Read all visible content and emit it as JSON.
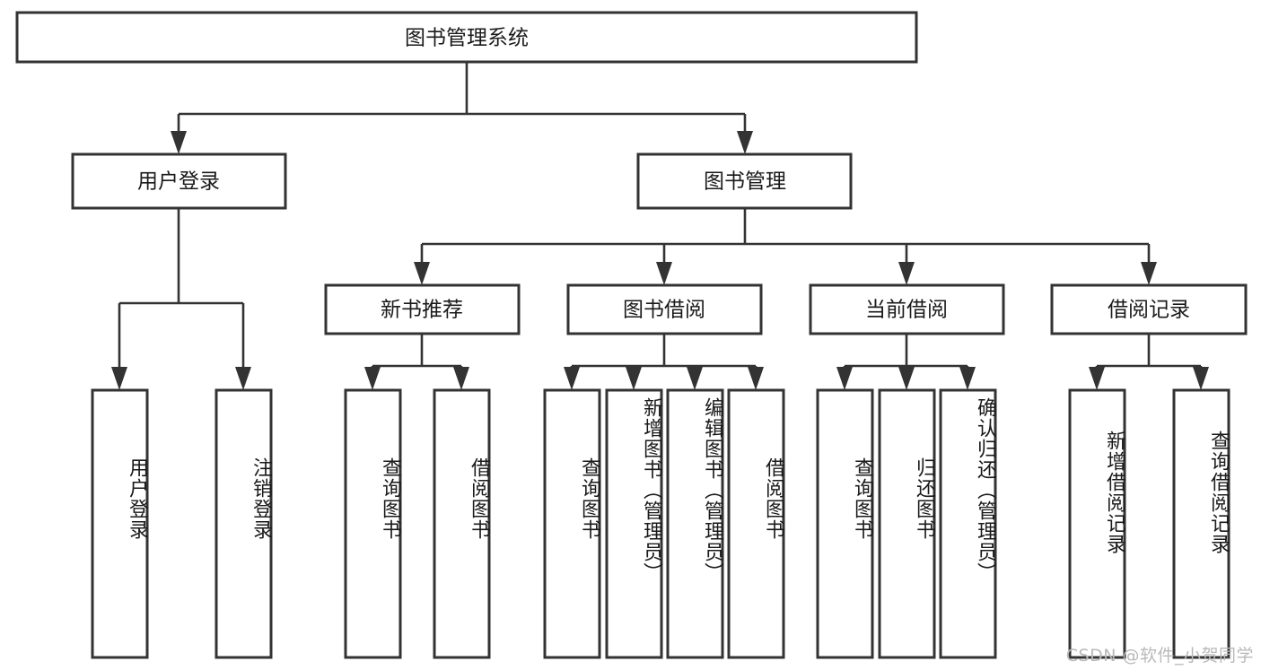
{
  "diagram": {
    "type": "tree",
    "title": "图书管理系统",
    "orientation": "top-down",
    "root": {
      "id": "root",
      "label": "图书管理系统",
      "level": 0
    },
    "level1": [
      {
        "id": "user-login",
        "label": "用户登录"
      },
      {
        "id": "book-management",
        "label": "图书管理"
      }
    ],
    "level2": [
      {
        "id": "new-book-recommend",
        "label": "新书推荐",
        "parent": "book-management"
      },
      {
        "id": "book-borrow",
        "label": "图书借阅",
        "parent": "book-management"
      },
      {
        "id": "current-borrow",
        "label": "当前借阅",
        "parent": "book-management"
      },
      {
        "id": "borrow-record",
        "label": "借阅记录",
        "parent": "book-management"
      }
    ],
    "leaves": [
      {
        "id": "leaf-user-login",
        "label": "用户登录",
        "parent": "user-login"
      },
      {
        "id": "leaf-logout-login",
        "label": "注销登录",
        "parent": "user-login"
      },
      {
        "id": "leaf-query-book-1",
        "label": "查询图书",
        "parent": "new-book-recommend"
      },
      {
        "id": "leaf-borrow-book-1",
        "label": "借阅图书",
        "parent": "new-book-recommend"
      },
      {
        "id": "leaf-query-book-2",
        "label": "查询图书",
        "parent": "book-borrow"
      },
      {
        "id": "leaf-add-book",
        "label": "新增图书（管理员）",
        "parent": "book-borrow"
      },
      {
        "id": "leaf-edit-book",
        "label": "编辑图书（管理员）",
        "parent": "book-borrow"
      },
      {
        "id": "leaf-borrow-book-2",
        "label": "借阅图书",
        "parent": "book-borrow"
      },
      {
        "id": "leaf-query-book-3",
        "label": "查询图书",
        "parent": "current-borrow"
      },
      {
        "id": "leaf-return-book",
        "label": "归还图书",
        "parent": "current-borrow"
      },
      {
        "id": "leaf-confirm-return",
        "label": "确认归还（管理员）",
        "parent": "current-borrow"
      },
      {
        "id": "leaf-add-record",
        "label": "新增借阅记录",
        "parent": "borrow-record"
      },
      {
        "id": "leaf-query-record",
        "label": "查询借阅记录",
        "parent": "borrow-record"
      }
    ],
    "colors": {
      "box_fill": "#ffffff",
      "box_stroke": "#333333",
      "connector": "#333333",
      "text": "#1a1a1a",
      "watermark": "#b9b9b9"
    }
  },
  "watermark": {
    "text": "CSDN @软件_小贺同学"
  }
}
